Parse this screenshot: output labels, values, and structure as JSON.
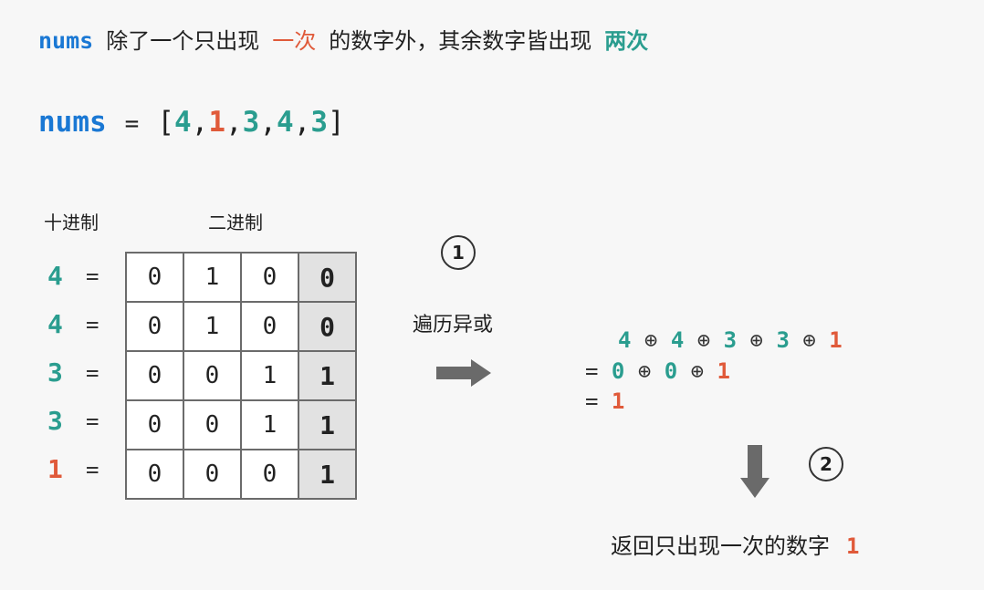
{
  "headline": {
    "nums": "nums",
    "part1": "除了一个只出现",
    "once": "一次",
    "part2": "的数字外，其余数字皆出现",
    "twice": "两次"
  },
  "array_line": {
    "name": "nums",
    "eq": "=",
    "open": "[",
    "close": "]",
    "sep": ",",
    "values": [
      "4",
      "1",
      "3",
      "4",
      "3"
    ]
  },
  "labels": {
    "decimal": "十进制",
    "binary": "二进制"
  },
  "rows": [
    {
      "dec": "4",
      "eq": "=",
      "bits": [
        "0",
        "1",
        "0",
        "0"
      ]
    },
    {
      "dec": "4",
      "eq": "=",
      "bits": [
        "0",
        "1",
        "0",
        "0"
      ]
    },
    {
      "dec": "3",
      "eq": "=",
      "bits": [
        "0",
        "0",
        "1",
        "1"
      ]
    },
    {
      "dec": "3",
      "eq": "=",
      "bits": [
        "0",
        "0",
        "1",
        "1"
      ]
    },
    {
      "dec": "1",
      "eq": "=",
      "bits": [
        "0",
        "0",
        "0",
        "1"
      ]
    }
  ],
  "step1": {
    "num": "1",
    "label": "遍历异或"
  },
  "xor": {
    "op": "⊕",
    "eq": "=",
    "line1": [
      "4",
      "4",
      "3",
      "3",
      "1"
    ],
    "line2": [
      "0",
      "0",
      "1"
    ],
    "line3": "1"
  },
  "step2": {
    "num": "2"
  },
  "result": {
    "text": "返回只出现一次的数字",
    "value": "1"
  },
  "colors": {
    "blue": "#1a78d4",
    "red": "#e05a3a",
    "green": "#2a9d8f",
    "gold": "#d4a017",
    "purple": "#8a3ffc",
    "highlight_cell": "#e2e2e2"
  }
}
